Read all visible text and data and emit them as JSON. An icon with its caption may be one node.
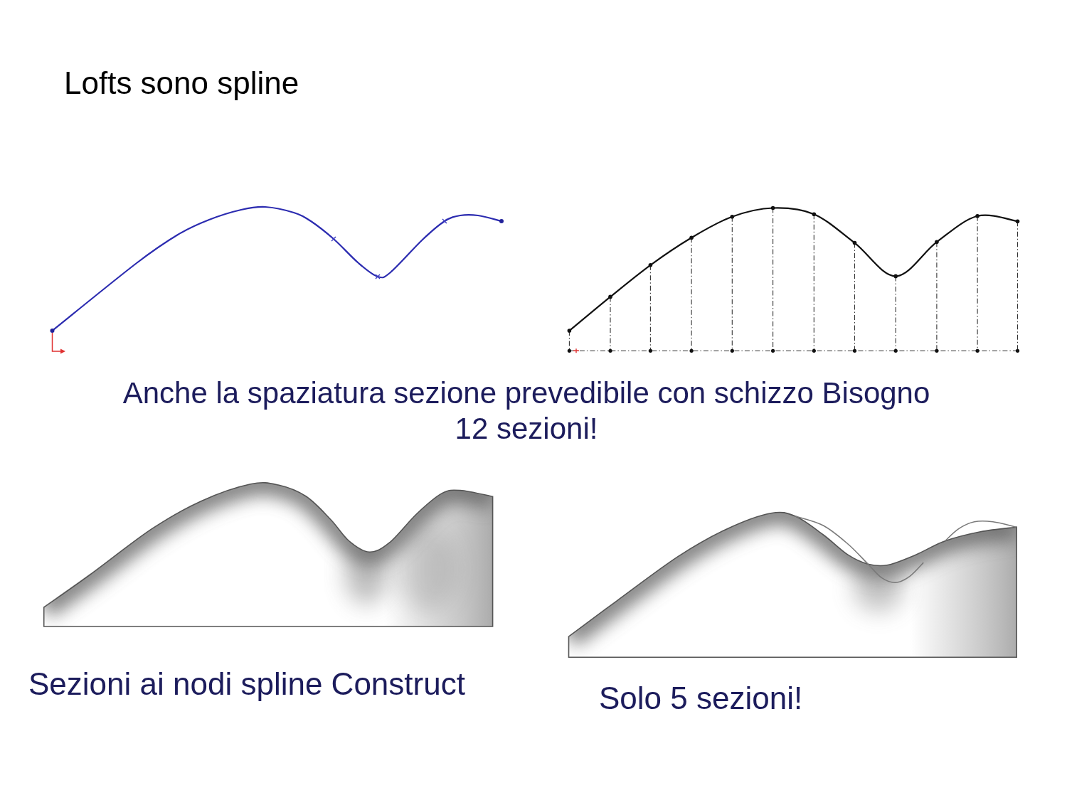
{
  "diagram": {
    "title": "Lofts sono spline",
    "labels": [
      "Anche la spaziatura sezione prevedibile con schizzo Bisogno 12 sezioni!",
      "Sezioni ai nodi spline Construct",
      "Solo 5 sezioni!"
    ]
  }
}
